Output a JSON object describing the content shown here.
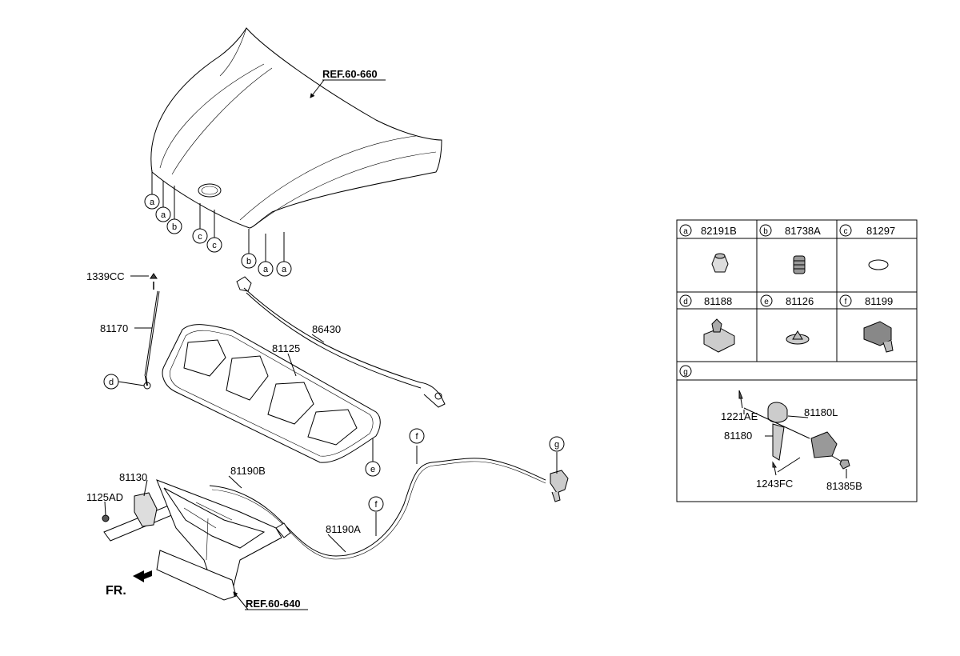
{
  "refs": {
    "hood_ref": "REF.60-660",
    "front_ref": "REF.60-640"
  },
  "direction": {
    "fr": "FR."
  },
  "parts": {
    "p1339CC": "1339CC",
    "p81170": "81170",
    "p86430": "86430",
    "p81125": "81125",
    "p81130": "81130",
    "p1125AD": "1125AD",
    "p81190B": "81190B",
    "p81190A": "81190A"
  },
  "callouts": {
    "a": "a",
    "b": "b",
    "c": "c",
    "d": "d",
    "e": "e",
    "f": "f",
    "g": "g"
  },
  "legend": {
    "cells": [
      {
        "letter": "a",
        "part": "82191B"
      },
      {
        "letter": "b",
        "part": "81738A"
      },
      {
        "letter": "c",
        "part": "81297"
      },
      {
        "letter": "d",
        "part": "81188"
      },
      {
        "letter": "e",
        "part": "81126"
      },
      {
        "letter": "f",
        "part": "81199"
      }
    ],
    "g": {
      "letter": "g",
      "parts": [
        "1221AE",
        "81180L",
        "81180",
        "1243FC",
        "81385B"
      ]
    }
  }
}
